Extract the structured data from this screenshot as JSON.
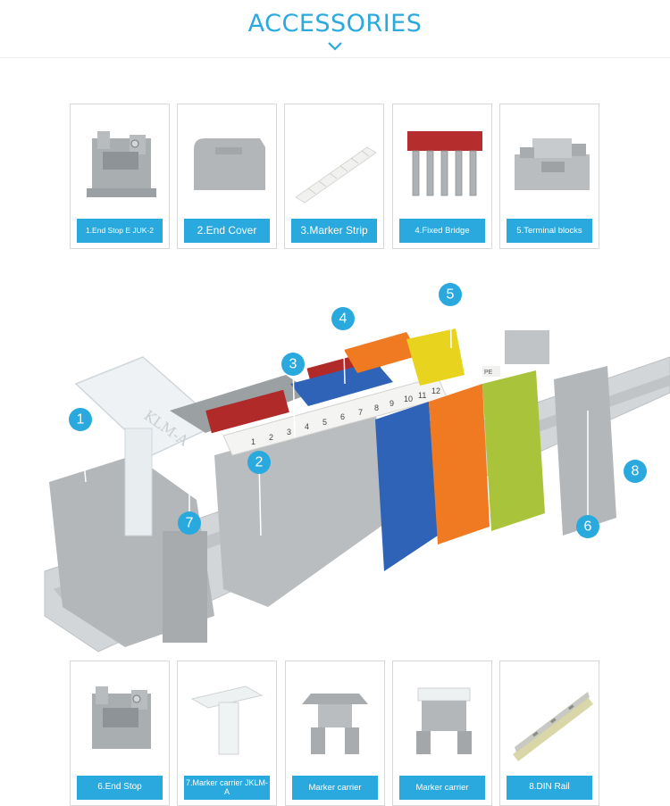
{
  "header": {
    "title": "ACCESSORIES"
  },
  "top_row": [
    {
      "label": "1.End Stop E JUK-2"
    },
    {
      "label": "2.End Cover"
    },
    {
      "label": "3.Marker Strip"
    },
    {
      "label": "4.Fixed Bridge"
    },
    {
      "label": "5.Terminal blocks"
    }
  ],
  "bottom_row": [
    {
      "label": "6.End Stop"
    },
    {
      "label": "7.Marker carrier JKLM-A"
    },
    {
      "label": "Marker carrier"
    },
    {
      "label": "Marker carrier"
    },
    {
      "label": "8.DIN Rail"
    }
  ],
  "main_image": {
    "carrier_text": "KLM-A",
    "marker_numbers": [
      "1",
      "2",
      "3",
      "4",
      "5",
      "6",
      "7",
      "8",
      "9",
      "10",
      "11",
      "12"
    ],
    "pe_text": "PE",
    "callouts": [
      "1",
      "2",
      "3",
      "4",
      "5",
      "6",
      "7",
      "8"
    ]
  },
  "colors": {
    "accent": "#29a9dd",
    "gray": "#b9bdbf",
    "blue": "#2e63b8",
    "orange": "#f07a22",
    "green": "#a9c43a",
    "yellow": "#e8d31e",
    "red": "#b02a2a"
  }
}
